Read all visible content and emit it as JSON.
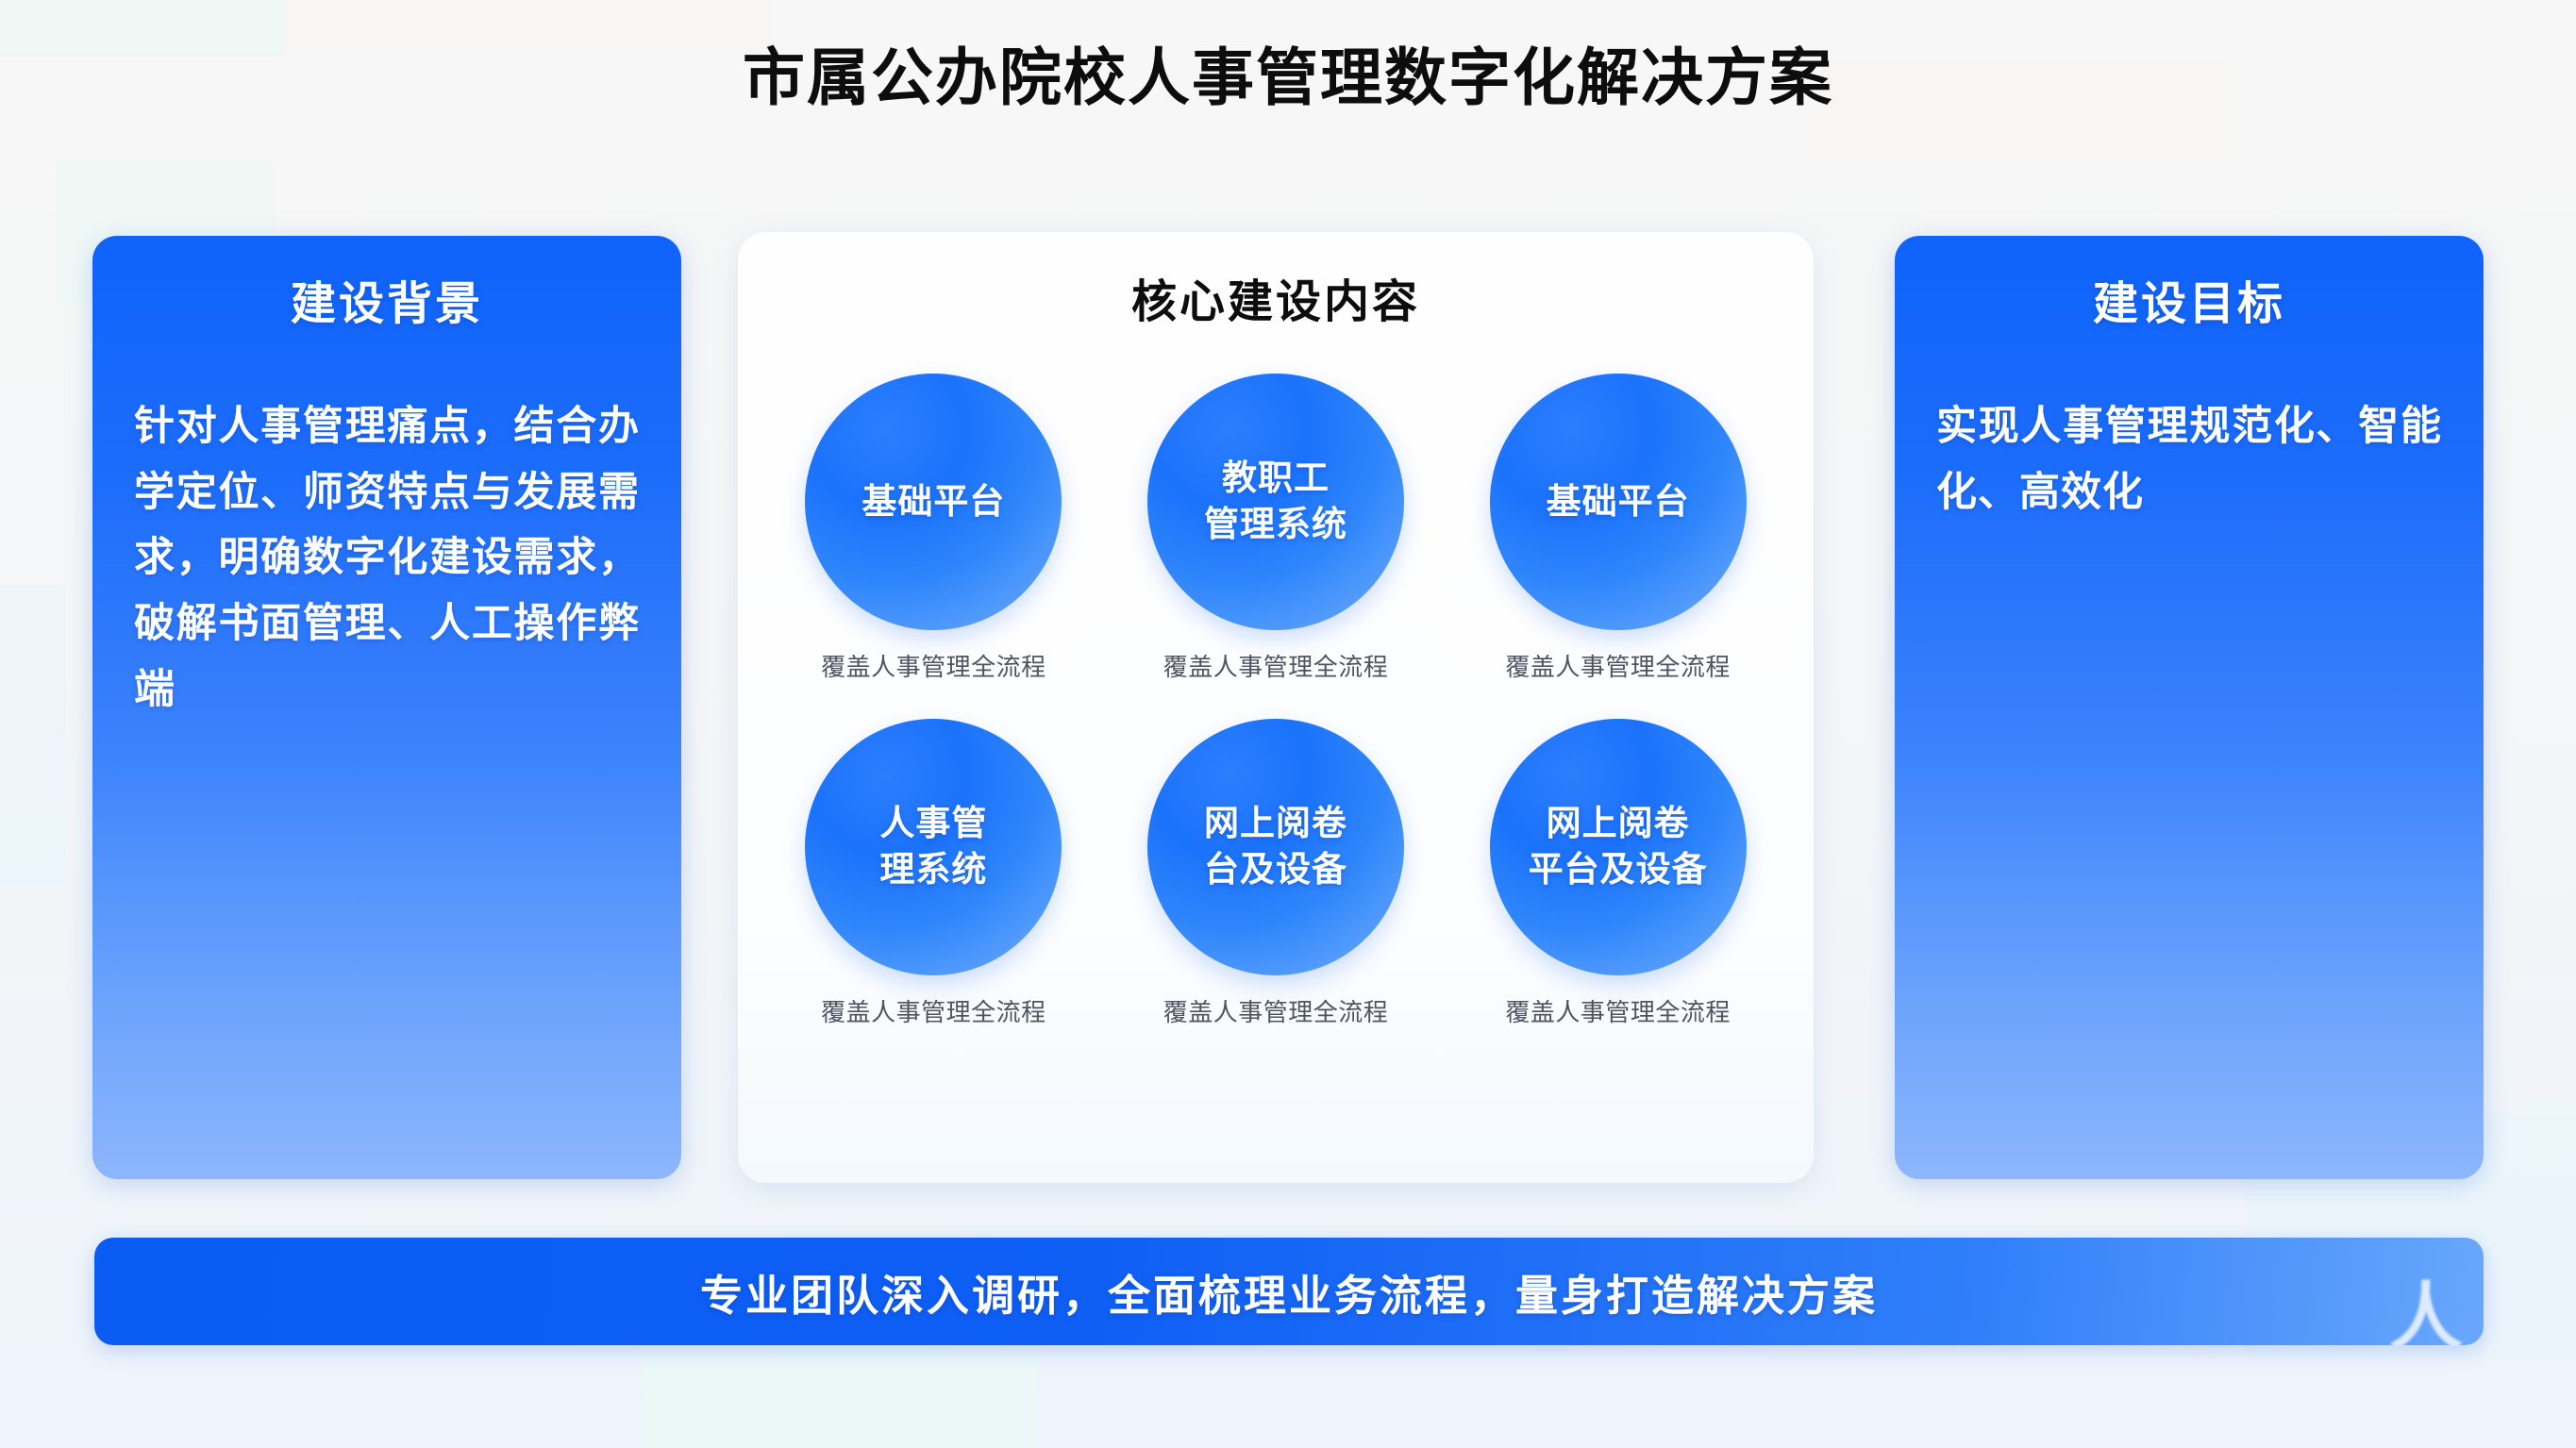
{
  "page": {
    "title": "市属公办院校人事管理数字化解决方案"
  },
  "left_card": {
    "heading": "建设背景",
    "body": "针对人事管理痛点，结合办学定位、师资特点与发展需求，明确数字化建设需求，破解书面管理、人工操作弊端"
  },
  "center_panel": {
    "heading": "核心建设内容",
    "nodes": [
      {
        "label": "基础平台",
        "caption": "覆盖人事管理全流程"
      },
      {
        "label": "教职工\n管理系统",
        "caption": "覆盖人事管理全流程"
      },
      {
        "label": "基础平台",
        "caption": "覆盖人事管理全流程"
      },
      {
        "label": "人事管\n理系统",
        "caption": "覆盖人事管理全流程"
      },
      {
        "label": "网上阅卷\n台及设备",
        "caption": "覆盖人事管理全流程"
      },
      {
        "label": "网上阅卷\n平台及设备",
        "caption": "覆盖人事管理全流程"
      }
    ]
  },
  "right_card": {
    "heading": "建设目标",
    "body": "实现人事管理规范化、智能化、高效化"
  },
  "banner": {
    "text": "专业团队深入调研，全面梳理业务流程，量身打造解决方案",
    "watermark": "人"
  },
  "colors": {
    "card_blue_top": "#0f63fb",
    "card_blue_bottom": "#8db6fc",
    "bubble_blue": "#1b72fb",
    "banner_blue": "#0a5cf5",
    "panel_white": "#fefeff",
    "page_background": "#f5f6f5",
    "title_black": "#0d0d0d",
    "caption_grey": "#4e5460"
  }
}
